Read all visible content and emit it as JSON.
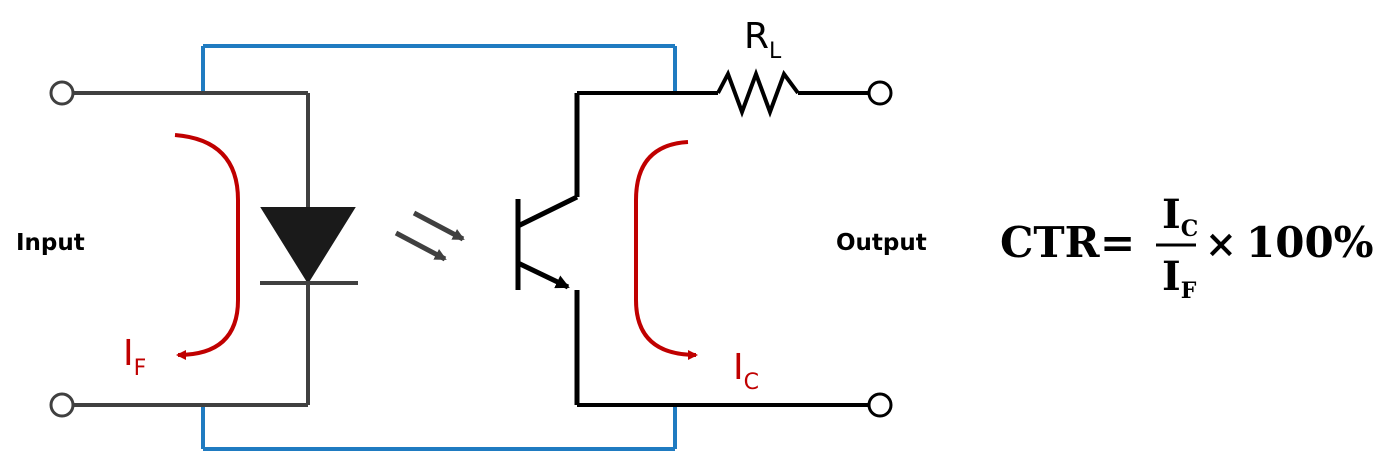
{
  "labels": {
    "input": "Input",
    "output": "Output",
    "load_resistor": "R",
    "load_resistor_sub": "L",
    "forward_current": "I",
    "forward_current_sub": "F",
    "collector_current": "I",
    "collector_current_sub": "C"
  },
  "formula": {
    "lhs": "CTR",
    "equals": "=",
    "numerator": "I",
    "numerator_sub": "C",
    "denominator": "I",
    "denominator_sub": "F",
    "times": "×",
    "factor": "100%"
  },
  "colors": {
    "package_outline": "#1f7bc1",
    "current_arrow": "#c00000",
    "input_wire": "#404040",
    "output_wire": "#000000",
    "diode_fill": "#1a1a1a",
    "light_arrows": "#404040"
  },
  "icons": {
    "diode": "led-diode-icon",
    "transistor": "phototransistor-icon",
    "resistor": "resistor-icon",
    "light": "light-emission-arrows-icon"
  }
}
